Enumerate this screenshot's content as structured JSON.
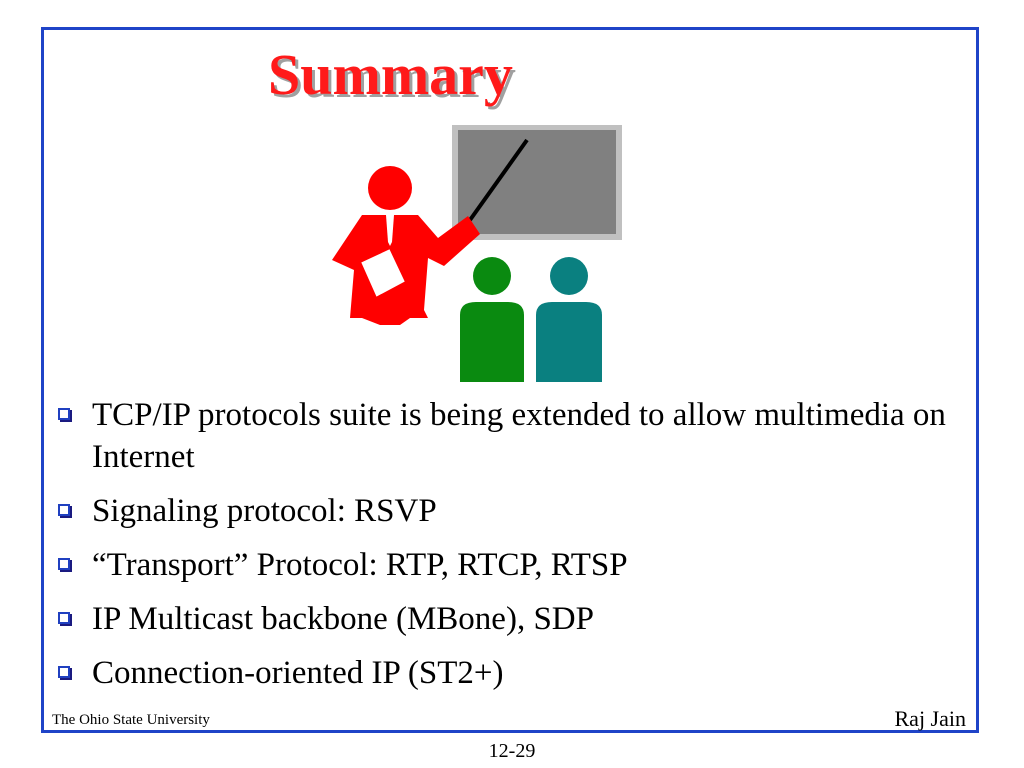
{
  "slide": {
    "title": "Summary",
    "bullets": [
      "TCP/IP protocols suite is being extended to allow multimedia on Internet",
      "Signaling protocol: RSVP",
      "“Transport” Protocol: RTP, RTCP, RTSP",
      "IP Multicast backbone (MBone), SDP",
      "Connection-oriented IP (ST2+)"
    ]
  },
  "footer": {
    "institution": "The Ohio State University",
    "author": "Raj Jain",
    "page_number": "12-29"
  },
  "colors": {
    "title": "#ff1a1a",
    "frame": "#1f44c8",
    "presenter": "#ff0000",
    "audience_left": "#0a8a10",
    "audience_right": "#0a8080",
    "board": "#808080"
  },
  "icons": {
    "clipart": "presenter-with-pointer-and-audience",
    "bullet": "hollow-square-bullet"
  }
}
